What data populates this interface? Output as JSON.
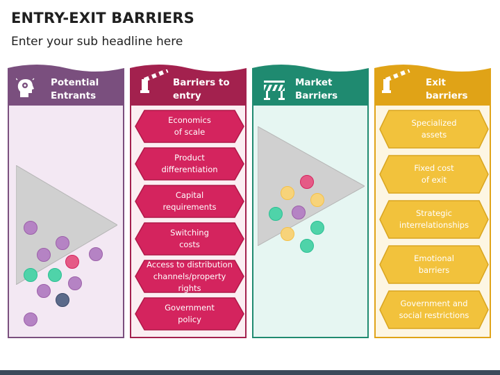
{
  "header": {
    "title": "ENTRY-EXIT BARRIERS",
    "subtitle": "Enter your sub headline here"
  },
  "columns": [
    {
      "title_line1": "Potential",
      "title_line2": "Entrants",
      "icon": "head-gears-icon",
      "color": "#7a4f7e",
      "body_bg": "#f3e8f3"
    },
    {
      "title_line1": "Barriers to",
      "title_line2": "entry",
      "icon": "barrier-gate-icon",
      "color": "#a3214e",
      "items": [
        {
          "line1": "Economics",
          "line2": "of scale"
        },
        {
          "line1": "Product",
          "line2": "differentiation"
        },
        {
          "line1": "Capital",
          "line2": "requirements"
        },
        {
          "line1": "Switching",
          "line2": "costs"
        },
        {
          "line1": "Access to distribution",
          "line2": "channels/property rights"
        },
        {
          "line1": "Government",
          "line2": "policy"
        }
      ],
      "item_color": "#d4245e"
    },
    {
      "title_line1": "Market",
      "title_line2": "Barriers",
      "icon": "roadblock-icon",
      "color": "#1f8a70",
      "body_bg": "#e6f6f2"
    },
    {
      "title_line1": "Exit",
      "title_line2": "barriers",
      "icon": "barrier-gate-icon",
      "color": "#e0a317",
      "items": [
        {
          "line1": "Specialized",
          "line2": "assets"
        },
        {
          "line1": "Fixed cost",
          "line2": "of exit"
        },
        {
          "line1": "Strategic",
          "line2": "interrelationships"
        },
        {
          "line1": "Emotional",
          "line2": "barriers"
        },
        {
          "line1": "Government and",
          "line2": "social restrictions"
        }
      ],
      "item_color": "#f2c23c"
    }
  ],
  "colors": {
    "purple": "#9b5fa8",
    "pink": "#d4245e",
    "teal": "#2bbf93",
    "gold": "#f5c046",
    "navy": "#3b4a6a"
  }
}
